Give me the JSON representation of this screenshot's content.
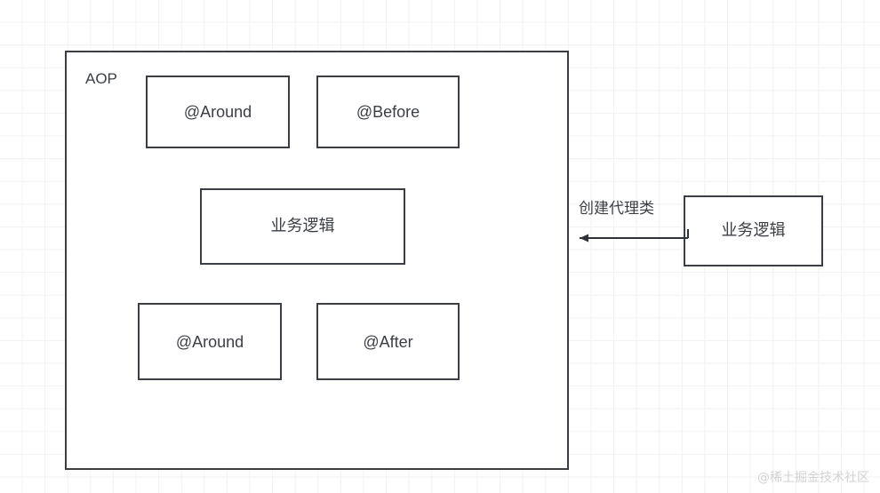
{
  "diagram": {
    "title_label": "AOP",
    "container": {
      "name": "AOP",
      "label": "AOP"
    },
    "inner_boxes": [
      {
        "id": "around-top",
        "label": "@Around"
      },
      {
        "id": "before",
        "label": "@Before"
      },
      {
        "id": "business-inner",
        "label": "业务逻辑"
      },
      {
        "id": "around-bottom",
        "label": "@Around"
      },
      {
        "id": "after",
        "label": "@After"
      }
    ],
    "outer_box": {
      "id": "business-outer",
      "label": "业务逻辑"
    },
    "arrow": {
      "label": "创建代理类",
      "direction": "right-to-left",
      "from": "业务逻辑",
      "to": "AOP"
    },
    "watermark": "@稀土掘金技术社区",
    "colors": {
      "stroke": "#3b3f45",
      "text": "#3b3f45",
      "background": "#ffffff",
      "grid": "#f1f1f1",
      "watermark": "#d2d2d2"
    }
  }
}
